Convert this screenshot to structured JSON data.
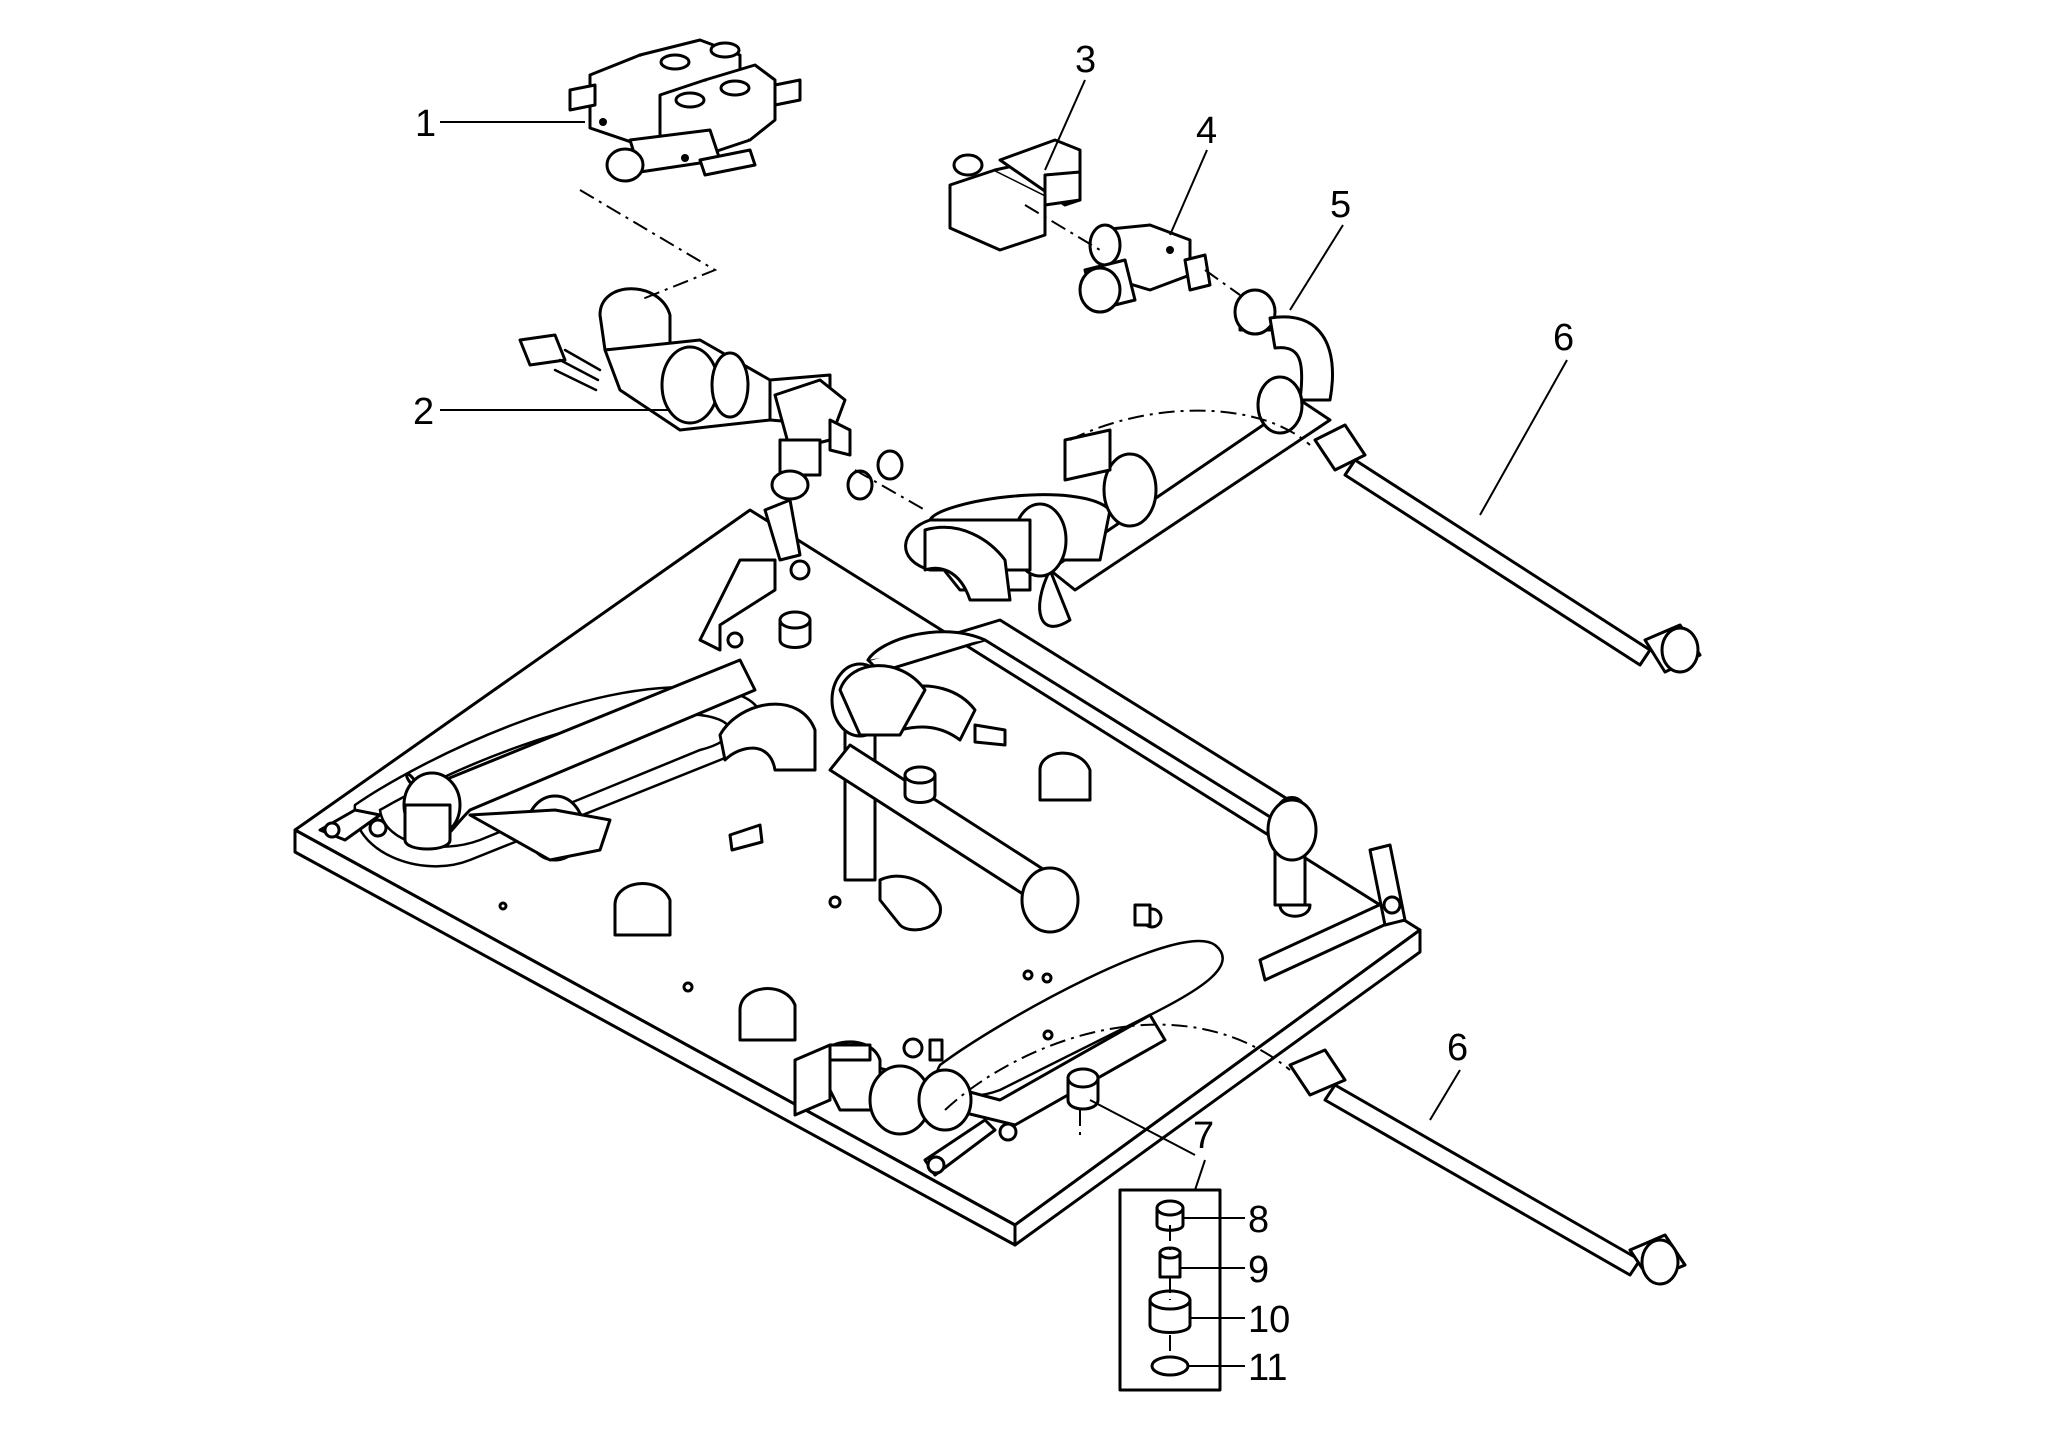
{
  "callouts": {
    "c1": "1",
    "c2": "2",
    "c3": "3",
    "c4": "4",
    "c5": "5",
    "c6a": "6",
    "c6b": "6",
    "c7": "7",
    "c8": "8",
    "c9": "9",
    "c10": "10",
    "c11": "11"
  },
  "colors": {
    "line": "#000000",
    "background": "#ffffff"
  }
}
